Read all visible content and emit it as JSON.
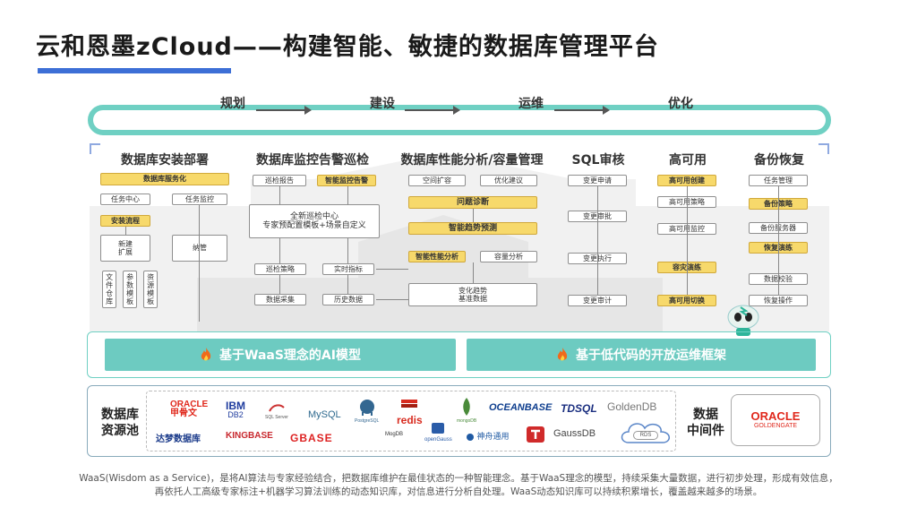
{
  "title": "云和恩墨zCloud——构建智能、敏捷的数据库管理平台",
  "pipeline": [
    "规划",
    "建设",
    "运维",
    "优化"
  ],
  "columns": {
    "install": {
      "header": "数据库安装部署",
      "service": "数据库服务化",
      "task_center": "任务中心",
      "task_monitor": "任务监控",
      "install_flow": "安装流程",
      "new": "新建",
      "expand": "扩展",
      "manage": "纳管",
      "file_repo": "文件仓库",
      "param_tpl": "参数模板",
      "resource_tpl": "资源模板"
    },
    "monitor": {
      "header": "数据库监控告警巡检",
      "inspect_report": "巡检报告",
      "smart_alert": "智能监控告警",
      "center_line1": "全新巡检中心",
      "center_line2": "专家预配置模板+场景自定义",
      "inspect_strategy": "巡检策略",
      "realtime_metrics": "实时指标",
      "data_collect": "数据采集",
      "history_data": "历史数据"
    },
    "perf": {
      "header": "数据库性能分析/容量管理",
      "space_expand": "空间扩容",
      "optimize_suggest": "优化建议",
      "problem_diag": "问题诊断",
      "trend_predict": "智能趋势预测",
      "smart_perf": "智能性能分析",
      "capacity": "容量分析",
      "trend_line1": "变化趋势",
      "trend_line2": "基准数据"
    },
    "sql": {
      "header": "SQL审核",
      "items": [
        "变更申请",
        "变更审批",
        "变更执行",
        "变更审计"
      ]
    },
    "ha": {
      "header": "高可用",
      "create": "高可用创建",
      "strategy": "高可用策略",
      "monitor": "高可用监控",
      "dr_drill": "容灾演练",
      "switch": "高可用切换"
    },
    "backup": {
      "header": "备份恢复",
      "task_mgmt": "任务管理",
      "backup_strategy": "备份策略",
      "backup_server": "备份服务器",
      "restore_drill": "恢复演练",
      "data_verify": "数据校验",
      "restore_op": "恢复操作"
    }
  },
  "ai": {
    "left": "基于WaaS理念的AI模型",
    "right": "基于低代码的开放运维框架"
  },
  "db_pool": {
    "label_line1": "数据库",
    "label_line2": "资源池",
    "logos": {
      "oracle": "ORACLE",
      "oracle_sub": "甲骨文",
      "ibm": "IBM",
      "db2": "DB2",
      "sqlserver": "SQL Server",
      "mysql": "MySQL",
      "postgres": "PostgreSQL",
      "redis": "redis",
      "mongodb": "mongoDB",
      "oceanbase": "OCEANBASE",
      "tdsql": "TDSQL",
      "goldendb": "GoldenDB",
      "dameng": "达梦数据库",
      "kingbase": "KINGBASE",
      "gbase": "GBASE",
      "mogdb": "MogDB",
      "opengauss": "openGauss",
      "shenzhou": "神舟通用",
      "gaussdb": "GaussDB",
      "rds": "RDS"
    },
    "middleware_line1": "数据",
    "middleware_line2": "中间件",
    "goldengate_line1": "ORACLE",
    "goldengate_line2": "GOLDENGATE"
  },
  "footer_line1": "WaaS(Wisdom as a Service)，是将AI算法与专家经验结合，把数据库维护在最佳状态的一种智能理念。基于WaaS理念的模型，持续采集大量数据，进行初步处理，形成有效信息，",
  "footer_line2": "再依托人工高级专家标注+机器学习算法训练的动态知识库，对信息进行分析自处理。WaaS动态知识库可以持续积累增长，覆盖越来越多的场景。",
  "colors": {
    "accent_blue": "#3d6fd6",
    "teal": "#6dcbc1",
    "highlight_yellow": "#f7d96b"
  }
}
